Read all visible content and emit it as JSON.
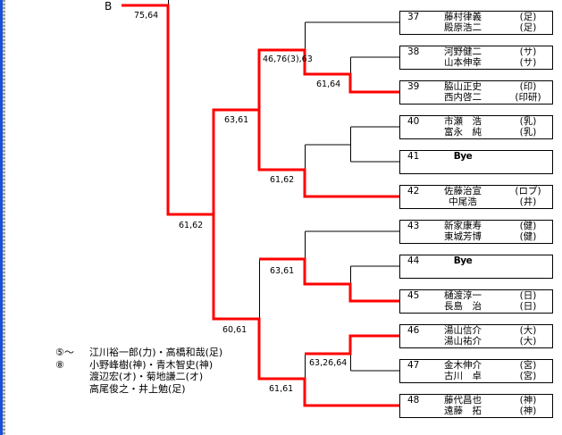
{
  "seed_label": "B",
  "entries": [
    {
      "num": "37",
      "p1": "藤村律義",
      "a1": "(足)",
      "p2": "殿原浩二",
      "a2": "(足)"
    },
    {
      "num": "38",
      "p1": "河野健二",
      "a1": "(サ)",
      "p2": "山本伸幸",
      "a2": "(サ)"
    },
    {
      "num": "39",
      "p1": "脇山正史",
      "a1": "(印)",
      "p2": "西内啓二",
      "a2": "(印研)"
    },
    {
      "num": "40",
      "p1": "市瀬　浩",
      "a1": "(乳)",
      "p2": "富永　純",
      "a2": "(乳)"
    },
    {
      "num": "41",
      "bye": "Bye"
    },
    {
      "num": "42",
      "p1": "佐藤治宣",
      "a1": "(ロブ)",
      "p2": "中尾浩",
      "a2": "(井)"
    },
    {
      "num": "43",
      "p1": "新家康寿",
      "a1": "(健)",
      "p2": "東城芳博",
      "a2": "(健)"
    },
    {
      "num": "44",
      "bye": "Bye"
    },
    {
      "num": "45",
      "p1": "樋渡淳一",
      "a1": "(日)",
      "p2": "長島　治",
      "a2": "(日)"
    },
    {
      "num": "46",
      "p1": "湯山信介",
      "a1": "(大)",
      "p2": "湯山祐介",
      "a2": "(大)"
    },
    {
      "num": "47",
      "p1": "金木伸介",
      "a1": "(宮)",
      "p2": "古川　卓",
      "a2": "(宮)"
    },
    {
      "num": "48",
      "p1": "藤代昌也",
      "a1": "(神)",
      "p2": "遠藤　拓",
      "a2": "(神)"
    }
  ],
  "scores": {
    "final": "75,64",
    "m38_39": "61,64",
    "m37_top": "46,76(3),63",
    "m40_42": "61,62",
    "upper_semi": "63,61",
    "quarter_top": "61,62",
    "m43_45": "63,61",
    "m46_47": "63,26,64",
    "m46_48": "61,61",
    "quarter_bottom": "60,61"
  },
  "legend": {
    "prefix": "⑤〜⑧",
    "lines": [
      "江川裕一郎(力)・高橋和哉(足)",
      "小野峰樹(神)・青木智史(神)",
      "渡辺宏(オ)・菊地謙二(オ)",
      "高尾俊之・井上勉(足)"
    ]
  },
  "colors": {
    "winner_line": "#ff0000",
    "line": "#000000"
  }
}
